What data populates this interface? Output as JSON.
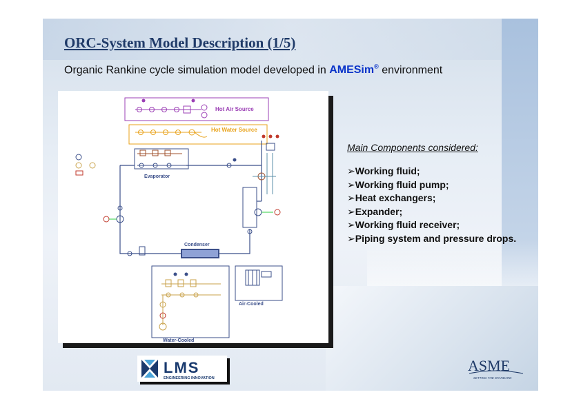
{
  "slide": {
    "title": "ORC-System Model Description (1/5)",
    "subtitle_pre": "Organic Rankine cycle simulation model developed in ",
    "subtitle_brand": "AMESim",
    "subtitle_reg": "®",
    "subtitle_post": " environment"
  },
  "diagram": {
    "labels": {
      "hot_air": "Hot Air Source",
      "hot_water": "Hot Water Source",
      "evaporator": "Evaporator",
      "condenser": "Condenser",
      "air_cooled": "Air-Cooled",
      "water_cooled": "Water-Cooled"
    }
  },
  "components": {
    "heading": "Main Components considered:",
    "items": [
      "Working fluid;",
      "Working fluid pump;",
      "Heat exchangers;",
      "Expander;",
      "Working fluid receiver;",
      "Piping system and pressure drops."
    ],
    "bullet": "➢"
  },
  "logos": {
    "lms_name": "LMS",
    "lms_tagline": "ENGINEERING INNOVATION",
    "asme_name": "ASME",
    "asme_tagline": "SETTING THE STANDARD"
  },
  "colors": {
    "title": "#1f3a68",
    "brand": "#0a34c9",
    "hot_air": "#9b3fb5",
    "hot_water": "#e8a21a",
    "pipe": "#3b4f8a",
    "water_cooled": "#c9a24a"
  }
}
